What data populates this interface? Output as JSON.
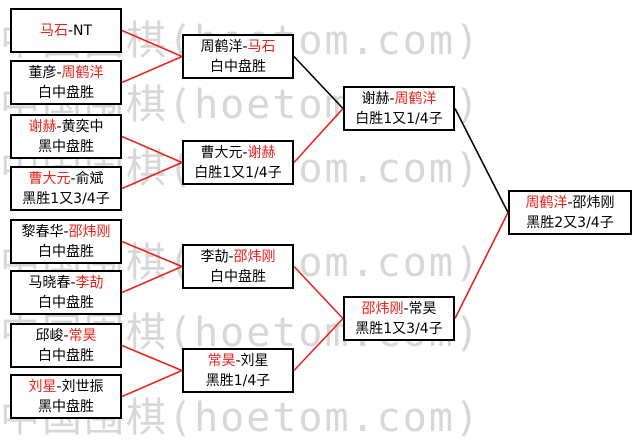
{
  "watermark": {
    "lines": [
      "中国围棋(hoetom.com)",
      "中国围棋(hoetom.com)",
      "中国围棋(hoetom.com)",
      "中国围棋(hoetom.com)",
      "中国围棋(hoetom.com)",
      "中国围棋(hoetom.com)"
    ]
  },
  "colors": {
    "winner": "#e8231b",
    "connector": "#e8231b",
    "final_connector": "#000000"
  },
  "bracket": {
    "round1": [
      {
        "p1": "马石",
        "sep": "-",
        "p2": "NT",
        "winner": "p1",
        "result": ""
      },
      {
        "p1": "董彦",
        "sep": "-",
        "p2": "周鹤洋",
        "winner": "p2",
        "result": "白中盘胜"
      },
      {
        "p1": "谢赫",
        "sep": "-",
        "p2": "黄奕中",
        "winner": "p1",
        "result": "黑中盘胜"
      },
      {
        "p1": "曹大元",
        "sep": "-",
        "p2": "俞斌",
        "winner": "p1",
        "result": "黑胜1又3/4子"
      },
      {
        "p1": "黎春华",
        "sep": "-",
        "p2": "邵炜刚",
        "winner": "p2",
        "result": "白中盘胜"
      },
      {
        "p1": "马晓春",
        "sep": "-",
        "p2": "李劼",
        "winner": "p2",
        "result": "白中盘胜"
      },
      {
        "p1": "邱峻",
        "sep": "-",
        "p2": "常昊",
        "winner": "p2",
        "result": "白中盘胜"
      },
      {
        "p1": "刘星",
        "sep": "-",
        "p2": "刘世振",
        "winner": "p1",
        "result": "黑中盘胜"
      }
    ],
    "round2": [
      {
        "p1": "周鹤洋",
        "sep": "-",
        "p2": "马石",
        "winner": "p2",
        "result": "白中盘胜"
      },
      {
        "p1": "曹大元",
        "sep": "-",
        "p2": "谢赫",
        "winner": "p2",
        "result": "白胜1又1/4子"
      },
      {
        "p1": "李劼",
        "sep": "-",
        "p2": "邵炜刚",
        "winner": "p2",
        "result": "白中盘胜"
      },
      {
        "p1": "常昊",
        "sep": "-",
        "p2": "刘星",
        "winner": "p1",
        "result": "黑胜1/4子"
      }
    ],
    "round3": [
      {
        "p1": "谢赫",
        "sep": "-",
        "p2": "周鹤洋",
        "winner": "p2",
        "result": "白胜1又1/4子"
      },
      {
        "p1": "邵炜刚",
        "sep": "-",
        "p2": "常昊",
        "winner": "p1",
        "result": "黑胜1又3/4子"
      }
    ],
    "final": [
      {
        "p1": "周鹤洋",
        "sep": "-",
        "p2": "邵炜刚",
        "winner": "p1",
        "result": "黑胜2又3/4子"
      }
    ]
  }
}
